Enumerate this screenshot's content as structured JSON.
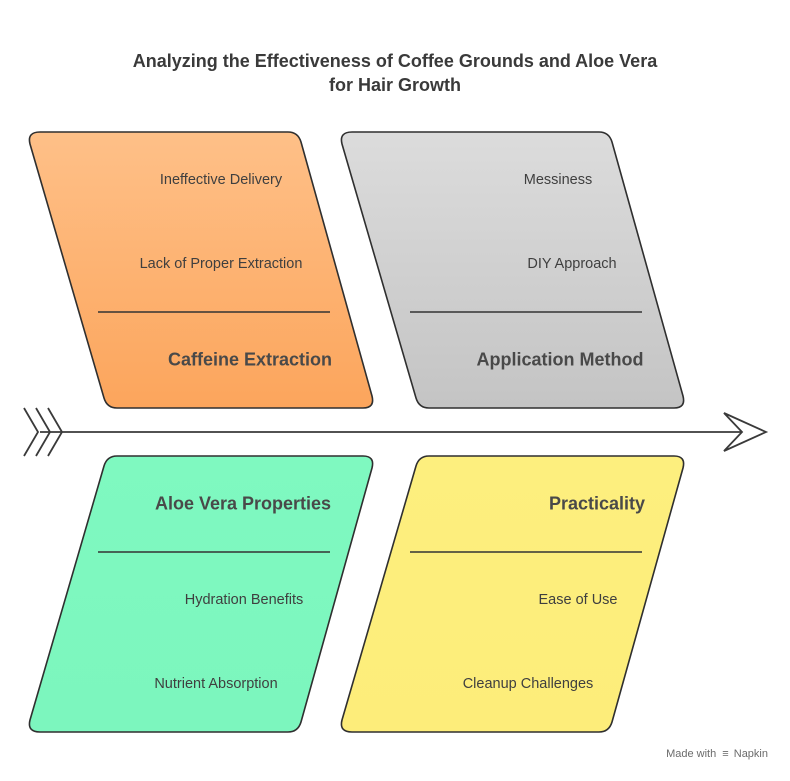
{
  "title": {
    "line1": "Analyzing the Effectiveness of Coffee Grounds and Aloe Vera",
    "line2": "for Hair Growth"
  },
  "categories": [
    {
      "name": "Caffeine Extraction",
      "color": "#fca561",
      "causes": [
        "Ineffective Delivery",
        "Lack of Proper Extraction"
      ]
    },
    {
      "name": "Application Method",
      "color": "#c8c8c8",
      "causes": [
        "Messiness",
        "DIY Approach"
      ]
    },
    {
      "name": "Aloe Vera Properties",
      "color": "#7df8bf",
      "causes": [
        "Hydration Benefits",
        "Nutrient Absorption"
      ]
    },
    {
      "name": "Practicality",
      "color": "#fdef7e",
      "causes": [
        "Ease of Use",
        "Cleanup Challenges"
      ]
    }
  ],
  "footer": {
    "made_with": "Made with",
    "brand": "Napkin",
    "icon": "napkin-logo-icon"
  }
}
